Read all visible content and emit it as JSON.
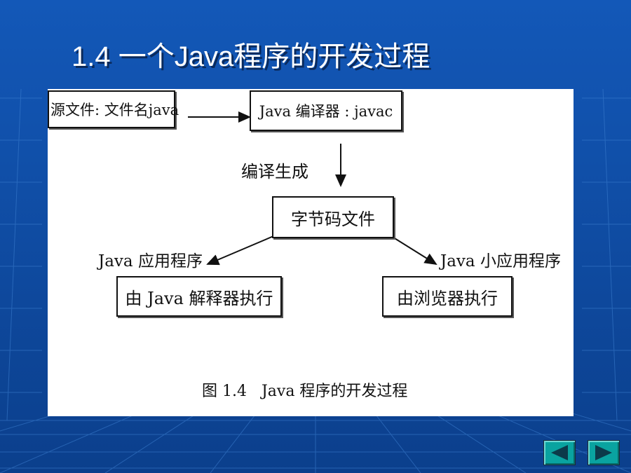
{
  "slide": {
    "title": "1.4 一个Java程序的开发过程"
  },
  "diagram": {
    "source_file": "源文件: 文件名java",
    "compiler": "Java 编译器 : javac",
    "compile_label": "编译生成",
    "bytecode": "字节码文件",
    "app_label": "Java 应用程序",
    "applet_label": "Java 小应用程序",
    "interpreter": "由 Java 解释器执行",
    "browser": "由浏览器执行",
    "caption": "图 1.4   Java 程序的开发过程"
  },
  "nav": {
    "prev_icon": "triangle-left-icon",
    "next_icon": "triangle-right-icon"
  },
  "colors": {
    "background": "#0f4fa8",
    "title_text": "#ffffff",
    "nav_button": "#0aa3a0"
  }
}
